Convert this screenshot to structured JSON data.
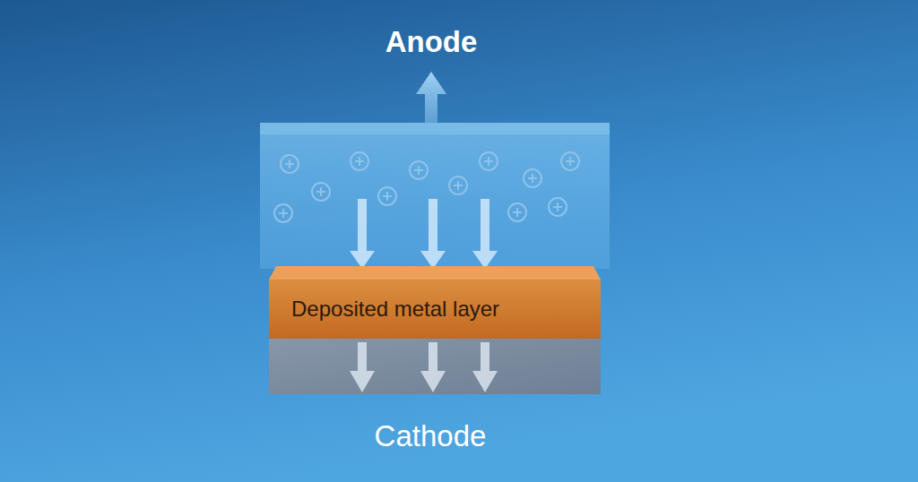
{
  "diagram": {
    "nodes": [
      {
        "text": [
          "Deposited metal layer"
        ]
      }
    ],
    "labels": [
      "Anode",
      "Cathode"
    ]
  }
}
